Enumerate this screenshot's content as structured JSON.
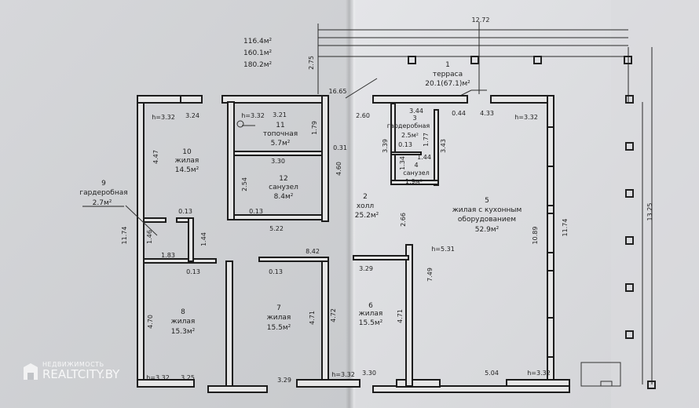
{
  "summary": {
    "line1": "116.4м²",
    "line2": "160.1м²",
    "line3": "180.2м²"
  },
  "rooms": [
    {
      "num": "1",
      "name": "терраса",
      "area": "20.1(67.1)м²"
    },
    {
      "num": "2",
      "name": "холл",
      "area": "25.2м²"
    },
    {
      "num": "3",
      "name": "гардеробная",
      "area": "2.5м²"
    },
    {
      "num": "4",
      "name": "санузел",
      "area": "1.9м²"
    },
    {
      "num": "5",
      "name": "жилая с кухонным",
      "name2": "оборудованием",
      "area": "52.9м²"
    },
    {
      "num": "6",
      "name": "жилая",
      "area": "15.5м²"
    },
    {
      "num": "7",
      "name": "жилая",
      "area": "15.5м²"
    },
    {
      "num": "8",
      "name": "жилая",
      "area": "15.3м²"
    },
    {
      "num": "9",
      "name": "гардеробная",
      "area": "2.7м²"
    },
    {
      "num": "10",
      "name": "жилая",
      "area": "14.5м²"
    },
    {
      "num": "11",
      "name": "топочная",
      "area": "5.7м²"
    },
    {
      "num": "12",
      "name": "санузел",
      "area": "8.4м²"
    }
  ],
  "dims": {
    "d_1272": "12.72",
    "d_275": "2.75",
    "d_1665": "16.65",
    "d_h332_a": "h=3.32",
    "d_324": "3.24",
    "d_h332_b": "h=3.32",
    "d_321": "3.21",
    "d_179": "1.79",
    "d_260": "2.60",
    "d_344": "3.44",
    "d_044": "0.44",
    "d_433": "4.33",
    "d_h332_c": "h=3.32",
    "d_447": "4.47",
    "d_031": "0.31",
    "d_330": "3.30",
    "d_339": "3.39",
    "d_013a": "0.13",
    "d_177": "1.77",
    "d_343": "3.43",
    "d_144": "1.44",
    "d_134": "1.34",
    "d_460": "4.60",
    "d_254": "2.54",
    "d_1325": "13.25",
    "d_1174a": "11.74",
    "d_1174b": "11.74",
    "d_1089": "10.89",
    "d_013b": "0.13",
    "d_013c": "0.13",
    "d_522": "5.22",
    "d_266": "2.66",
    "d_146": "1.46",
    "d_144b": "1.44",
    "d_183": "1.83",
    "d_842": "8.42",
    "d_h531": "h=5.31",
    "d_013d": "0.13",
    "d_013e": "0.13",
    "d_329a": "3.29",
    "d_749": "7.49",
    "d_470": "4.70",
    "d_471a": "4.71",
    "d_472": "4.72",
    "d_471b": "4.71",
    "d_h332_d": "h=3.32",
    "d_325": "3.25",
    "d_329b": "3.29",
    "d_h332_e": "h=3.32",
    "d_330b": "3.30",
    "d_504": "5.04",
    "d_h332_f": "h=3.32"
  },
  "watermark": {
    "top": "НЕДВИЖИМОСТЬ",
    "big": "REALTCITY.BY"
  }
}
